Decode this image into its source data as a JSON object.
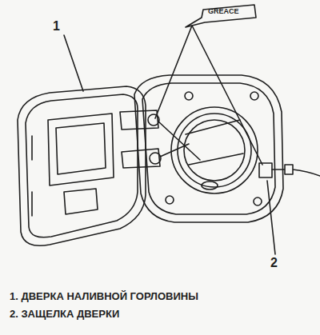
{
  "diagram": {
    "labels": [
      "1",
      "GREACE",
      "2",
      "1. ДВЕРКА НАЛИВНОЙ ГОРЛОВИНЫ",
      "2. ЗАЩЕЛКА ДВЕРКИ"
    ]
  }
}
